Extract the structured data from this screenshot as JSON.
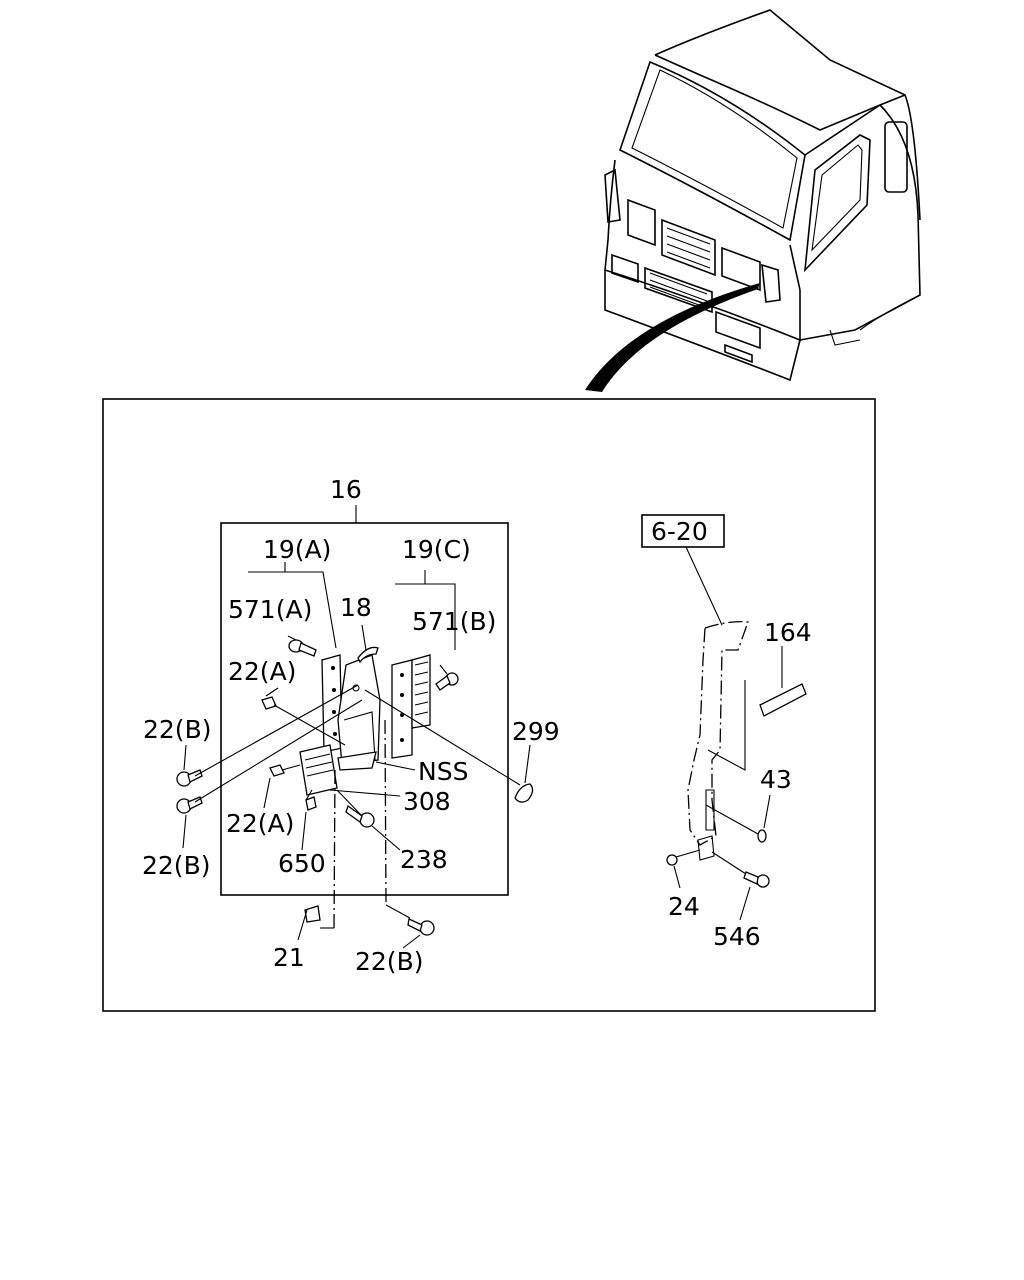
{
  "labels": {
    "l16": "16",
    "l19a": "19(A)",
    "l19c": "19(C)",
    "l571a": "571(A)",
    "l18": "18",
    "l571b": "571(B)",
    "l22a_top": "22(A)",
    "l22b_1": "22(B)",
    "l22b_2": "22(B)",
    "l22a_low": "22(A)",
    "l650": "650",
    "l238": "238",
    "l308": "308",
    "lnss": "NSS",
    "l299": "299",
    "l21": "21",
    "l22b_bottom": "22(B)",
    "l620": "6-20",
    "l164": "164",
    "l43": "43",
    "l24": "24",
    "l546": "546"
  }
}
